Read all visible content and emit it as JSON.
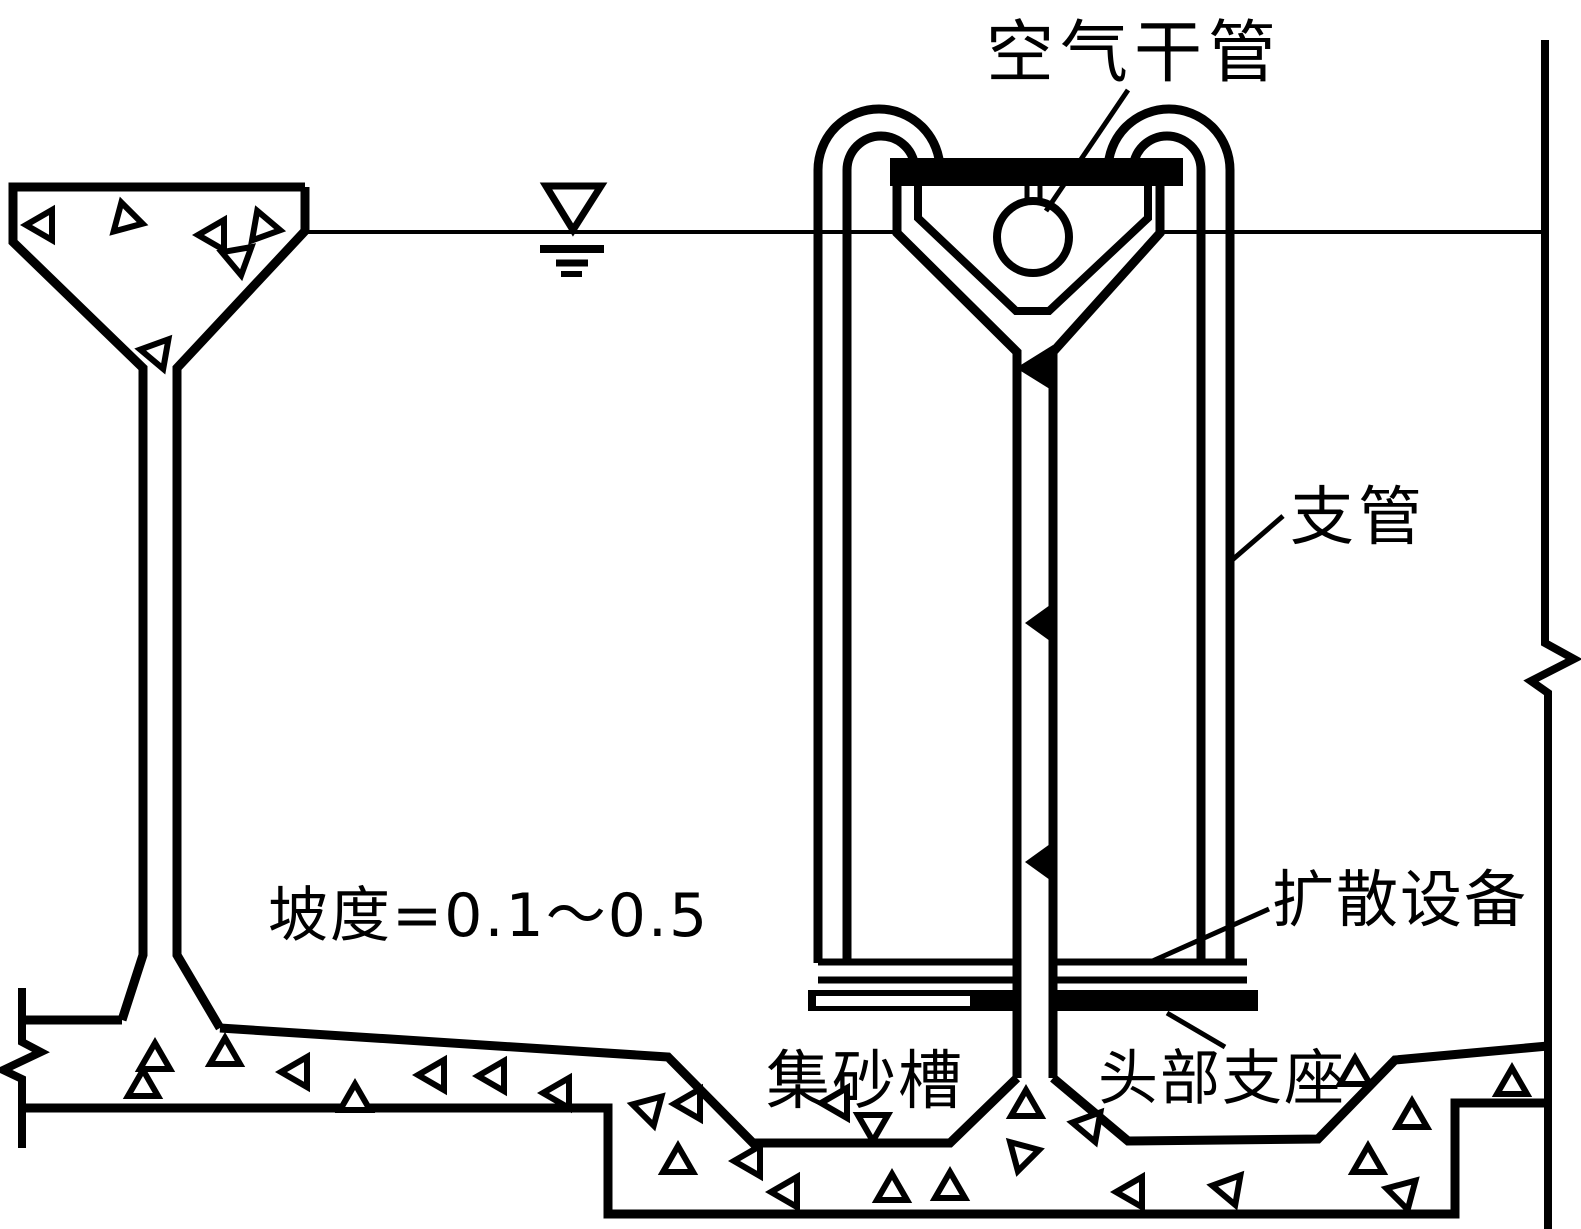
{
  "page": {
    "background_color": "#ffffff",
    "ink_color": "#000000",
    "description_labels_language": "zh"
  },
  "labels": {
    "air_main_pipe": "空气干管",
    "branch_pipe": "支管",
    "slope_note": "坡度=0.1～0.5",
    "diffuser_equipment": "扩散设备",
    "sand_collecting_trough": "集砂槽",
    "head_support": "头部支座"
  },
  "symbols": {
    "water_level_icon": "inverted-triangle-with-dashes"
  }
}
